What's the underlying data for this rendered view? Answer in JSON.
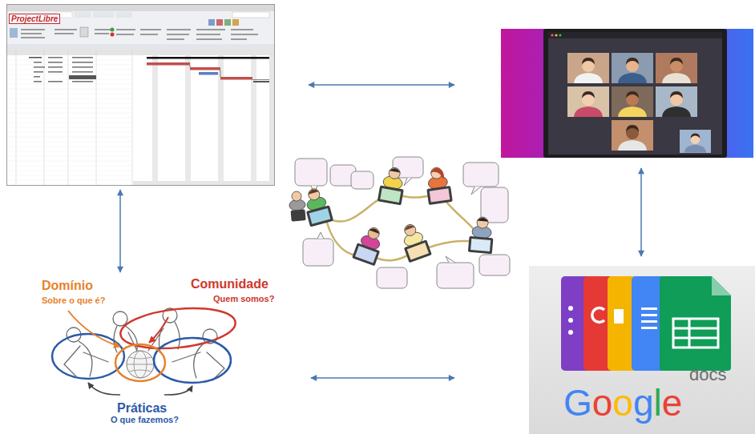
{
  "diagram": {
    "nodes": [
      {
        "text": [
          "ProjectLibre"
        ]
      },
      {
        "text": [
          "Domínio",
          "Sobre o que é?",
          "Comunidade",
          "Quem somos?",
          "Práticas",
          "O que fazemos?"
        ]
      },
      {
        "text": [
          "Google",
          "docs"
        ]
      }
    ],
    "edges": [
      {
        "from": 0,
        "to": 1,
        "arrow": "both"
      },
      {
        "from": 1,
        "to": 2,
        "arrow": "both"
      }
    ]
  }
}
